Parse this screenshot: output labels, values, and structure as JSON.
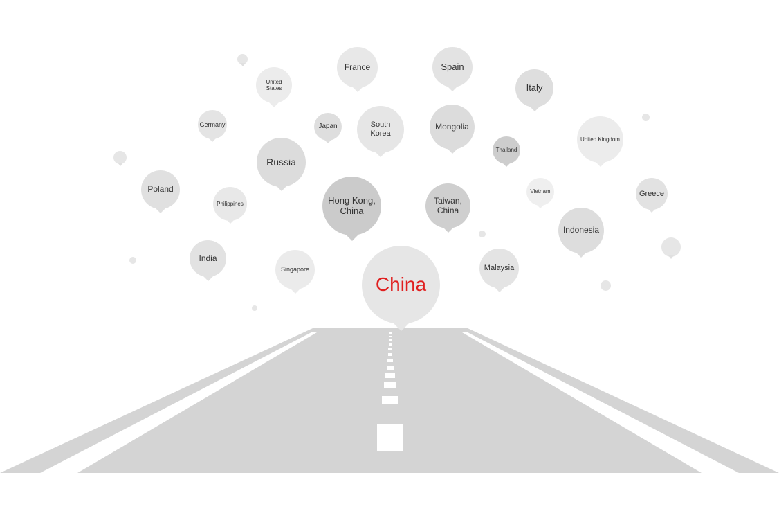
{
  "center": {
    "label": "China",
    "color": "#e02020"
  },
  "countries": [
    {
      "id": "france",
      "label": "France"
    },
    {
      "id": "spain",
      "label": "Spain"
    },
    {
      "id": "united-states",
      "label": "United States"
    },
    {
      "id": "italy",
      "label": "Italy"
    },
    {
      "id": "germany",
      "label": "Germany"
    },
    {
      "id": "japan",
      "label": "Japan"
    },
    {
      "id": "south-korea",
      "label": "South Korea"
    },
    {
      "id": "mongolia",
      "label": "Mongolia"
    },
    {
      "id": "thailand",
      "label": "Thailand"
    },
    {
      "id": "united-kingdom",
      "label": "United Kingdom"
    },
    {
      "id": "russia",
      "label": "Russia"
    },
    {
      "id": "poland",
      "label": "Poland"
    },
    {
      "id": "philippines",
      "label": "Philippines"
    },
    {
      "id": "hong-kong",
      "label": "Hong Kong,\nChina"
    },
    {
      "id": "taiwan",
      "label": "Taiwan,\nChina"
    },
    {
      "id": "vietnam",
      "label": "Vietnam"
    },
    {
      "id": "greece",
      "label": "Greece"
    },
    {
      "id": "indonesia",
      "label": "Indonesia"
    },
    {
      "id": "india",
      "label": "India"
    },
    {
      "id": "singapore",
      "label": "Singapore"
    },
    {
      "id": "malaysia",
      "label": "Malaysia"
    }
  ],
  "colors": {
    "road": "#d4d4d4",
    "bubble_light": "#ececec",
    "bubble_mid": "#e0e0e0",
    "bubble_dark": "#cdcdcd"
  }
}
